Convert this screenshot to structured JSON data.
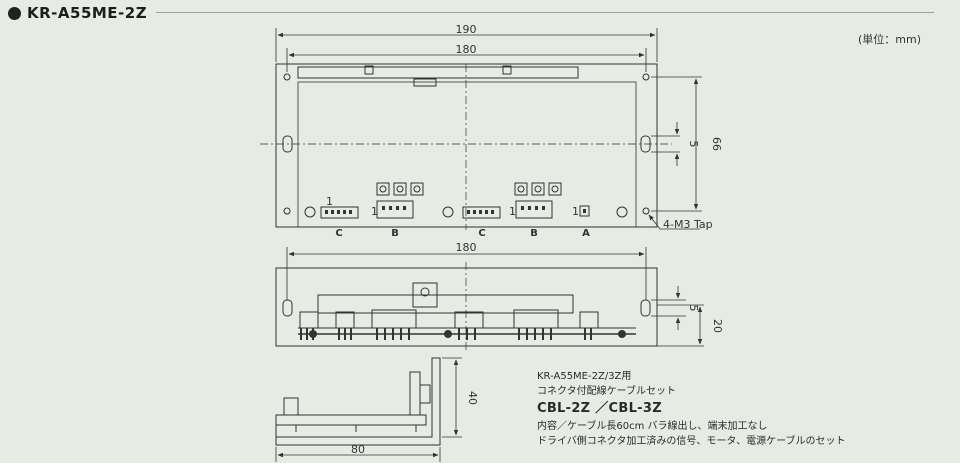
{
  "header": {
    "title": "KR-A55ME-2Z",
    "unit": "(単位：mm)"
  },
  "dimensions": {
    "top_width_190": "190",
    "top_width_180": "180",
    "height_66": "66",
    "hole_5_top": "5",
    "tap": "4-M3 Tap",
    "side_width_180": "180",
    "side_hole_5": "5",
    "side_height_20": "20",
    "bracket_height_40": "40",
    "bracket_width_80": "80"
  },
  "connectors": {
    "c1": "C",
    "b1": "B",
    "c2": "C",
    "b2": "B",
    "a": "A",
    "pin1_c1": "1",
    "pin1_b1": "1",
    "pin1_b2": "1",
    "pin1_a": "1"
  },
  "note": {
    "line1": "KR-A55ME-2Z/3Z用",
    "line2": "コネクタ付配線ケーブルセット",
    "model": "CBL-2Z ／CBL-3Z",
    "line3": "内容／ケーブル長60cm  バラ線出し、端末加工なし",
    "line4": "ドライバ側コネクタ加工済みの信号、モータ、電源ケーブルのセット"
  }
}
